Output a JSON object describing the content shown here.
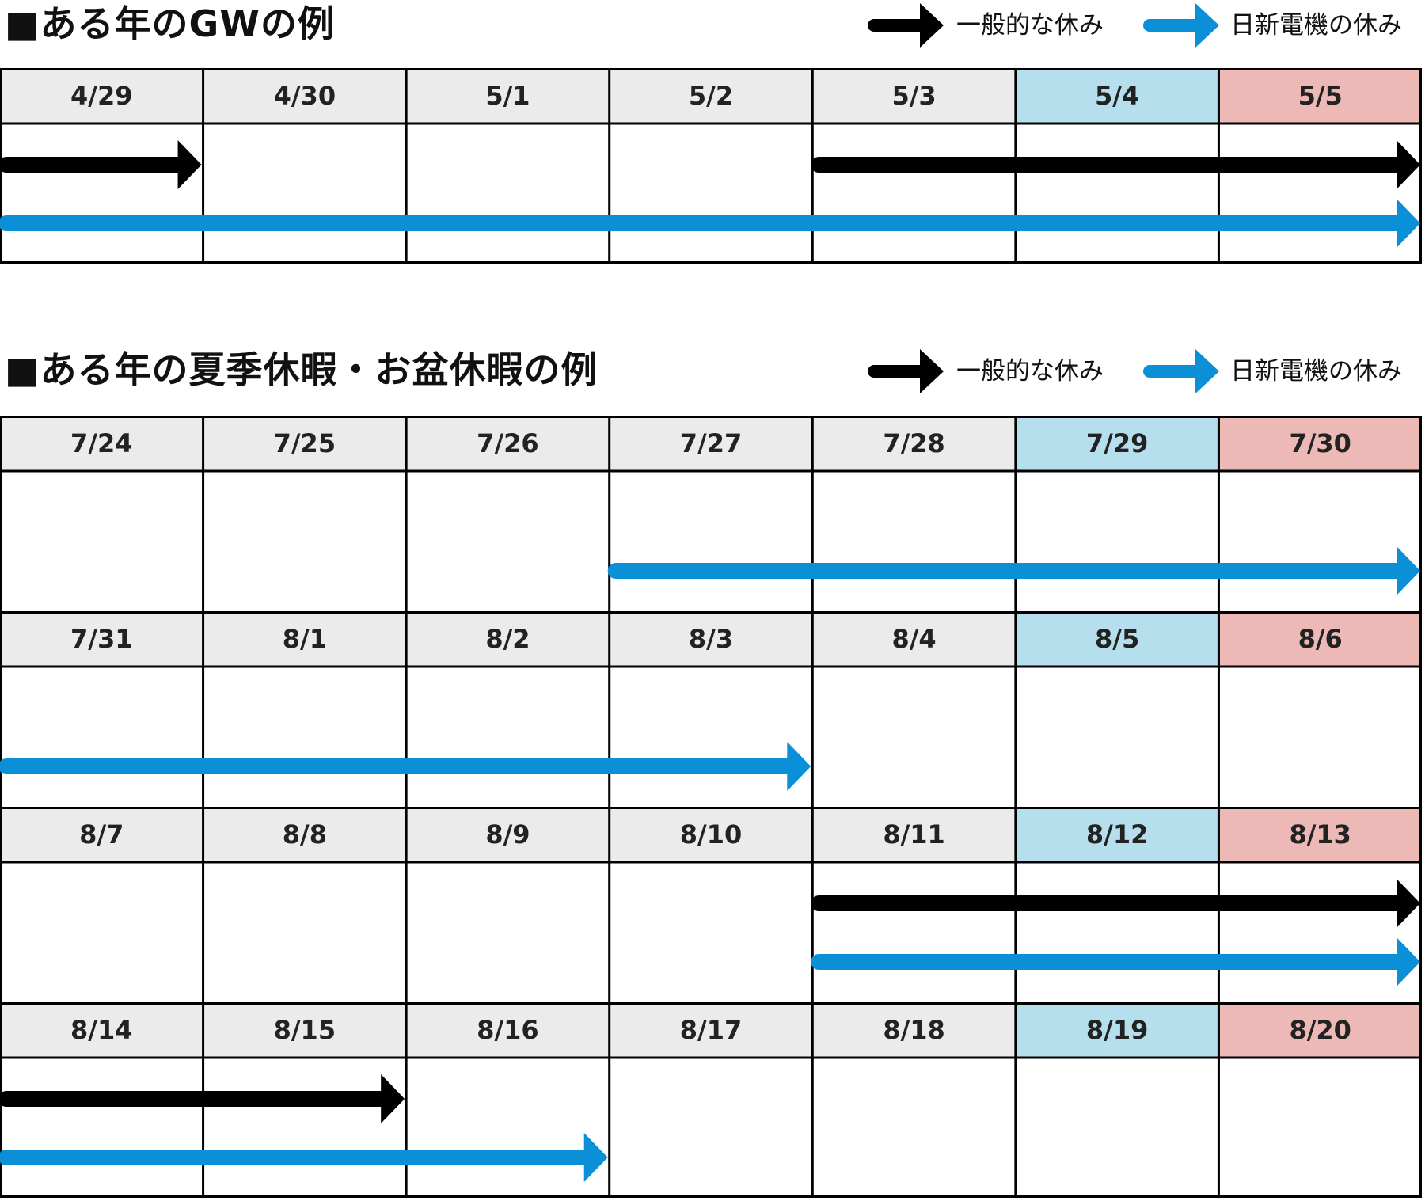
{
  "colors": {
    "weekday_header": "#ebebeb",
    "saturday_header": "#b5dfec",
    "sunday_header": "#ecb9b7",
    "general_arrow": "#000000",
    "company_arrow": "#0b8fd6",
    "grid_line": "#000000"
  },
  "sections": [
    {
      "title": "■ある年のGWの例",
      "legend": {
        "general_label": "一般的な休み",
        "company_label": "日新電機の休み"
      },
      "weeks": [
        {
          "dates": [
            "4/29",
            "4/30",
            "5/1",
            "5/2",
            "5/3",
            "5/4",
            "5/5"
          ],
          "general_spans": [
            [
              0,
              0
            ],
            [
              4,
              6
            ]
          ],
          "company_spans": [
            [
              0,
              6
            ]
          ]
        }
      ]
    },
    {
      "title": "■ある年の夏季休暇・お盆休暇の例",
      "legend": {
        "general_label": "一般的な休み",
        "company_label": "日新電機の休み"
      },
      "weeks": [
        {
          "dates": [
            "7/24",
            "7/25",
            "7/26",
            "7/27",
            "7/28",
            "7/29",
            "7/30"
          ],
          "general_spans": [],
          "company_spans": [
            [
              3,
              6
            ]
          ]
        },
        {
          "dates": [
            "7/31",
            "8/1",
            "8/2",
            "8/3",
            "8/4",
            "8/5",
            "8/6"
          ],
          "general_spans": [],
          "company_spans": [
            [
              0,
              3
            ]
          ]
        },
        {
          "dates": [
            "8/7",
            "8/8",
            "8/9",
            "8/10",
            "8/11",
            "8/12",
            "8/13"
          ],
          "general_spans": [
            [
              4,
              6
            ]
          ],
          "company_spans": [
            [
              4,
              6
            ]
          ]
        },
        {
          "dates": [
            "8/14",
            "8/15",
            "8/16",
            "8/17",
            "8/18",
            "8/19",
            "8/20"
          ],
          "general_spans": [
            [
              0,
              1
            ]
          ],
          "company_spans": [
            [
              0,
              2
            ]
          ]
        }
      ]
    }
  ]
}
